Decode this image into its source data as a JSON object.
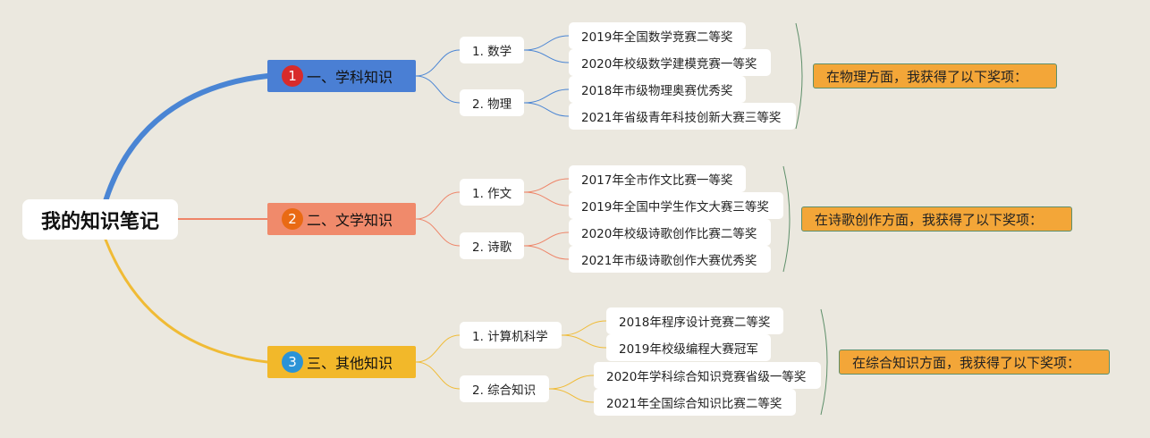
{
  "root": {
    "label": "我的知识笔记"
  },
  "branches": [
    {
      "badge": "1",
      "label": "一、学科知识",
      "color": "#4a7fd4",
      "badge_color": "#d82b2b",
      "line_color": "#4a85d4",
      "summary": "在物理方面，我获得了以下奖项：",
      "subs": [
        {
          "label": "1. 数学",
          "leaves": [
            "2019年全国数学竞赛二等奖",
            "2020年校级数学建模竞赛一等奖"
          ]
        },
        {
          "label": "2. 物理",
          "leaves": [
            "2018年市级物理奥赛优秀奖",
            "2021年省级青年科技创新大赛三等奖"
          ]
        }
      ]
    },
    {
      "badge": "2",
      "label": "二、文学知识",
      "color": "#f08a6b",
      "badge_color": "#e96a14",
      "line_color": "#ee8468",
      "summary": "在诗歌创作方面，我获得了以下奖项：",
      "subs": [
        {
          "label": "1. 作文",
          "leaves": [
            "2017年全市作文比赛一等奖",
            "2019年全国中学生作文大赛三等奖"
          ]
        },
        {
          "label": "2. 诗歌",
          "leaves": [
            "2020年校级诗歌创作比赛二等奖",
            "2021年市级诗歌创作大赛优秀奖"
          ]
        }
      ]
    },
    {
      "badge": "3",
      "label": "三、其他知识",
      "color": "#f2b82a",
      "badge_color": "#2b93d6",
      "line_color": "#f0bb35",
      "summary": "在综合知识方面，我获得了以下奖项：",
      "subs": [
        {
          "label": "1. 计算机科学",
          "leaves": [
            "2018年程序设计竞赛二等奖",
            "2019年校级编程大赛冠军"
          ]
        },
        {
          "label": "2. 综合知识",
          "leaves": [
            "2020年学科综合知识竞赛省级一等奖",
            "2021年全国综合知识比赛二等奖"
          ]
        }
      ]
    }
  ],
  "summary_bg": "#f3a638",
  "bracket_color": "#5e8f6a"
}
